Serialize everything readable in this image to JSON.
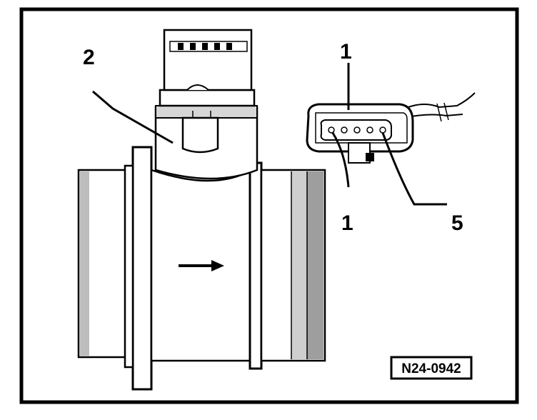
{
  "figure": {
    "code": "N24-0942",
    "callouts": {
      "connector": "1",
      "maf_sensor": "2",
      "pin_first": "1",
      "pin_last": "5"
    }
  }
}
